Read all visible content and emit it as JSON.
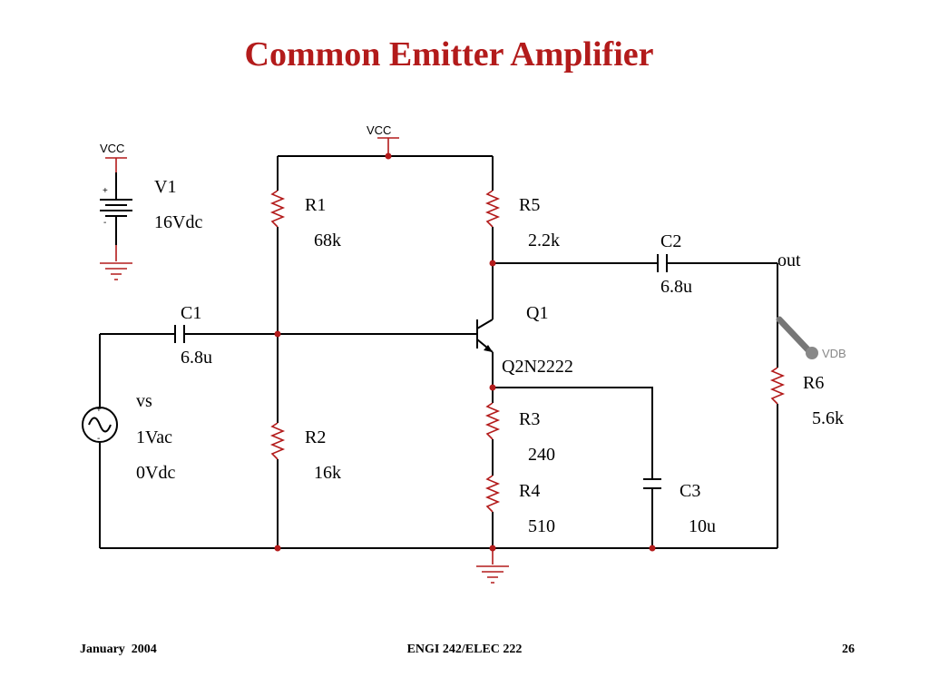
{
  "slide": {
    "title": "Common Emitter Amplifier",
    "footer_left": "January  2004",
    "footer_center": "ENGI 242/ELEC 222",
    "footer_right": "26"
  },
  "schematic": {
    "vcc_label_top": "VCC",
    "vcc_label_supply": "VCC",
    "v1": {
      "name": "V1",
      "value": "16Vdc",
      "plus": "+",
      "minus": "-"
    },
    "vs": {
      "name": "vs",
      "ac": "1Vac",
      "dc": "0Vdc",
      "plus": "+",
      "minus": "-"
    },
    "r1": {
      "name": "R1",
      "value": "68k"
    },
    "r2": {
      "name": "R2",
      "value": "16k"
    },
    "r3": {
      "name": "R3",
      "value": "240"
    },
    "r4": {
      "name": "R4",
      "value": "510"
    },
    "r5": {
      "name": "R5",
      "value": "2.2k"
    },
    "r6": {
      "name": "R6",
      "value": "5.6k"
    },
    "c1": {
      "name": "C1",
      "value": "6.8u"
    },
    "c2": {
      "name": "C2",
      "value": "6.8u"
    },
    "c3": {
      "name": "C3",
      "value": "10u"
    },
    "q1": {
      "name": "Q1",
      "model": "Q2N2222"
    },
    "out_label": "out",
    "probe_label": "VDB"
  }
}
